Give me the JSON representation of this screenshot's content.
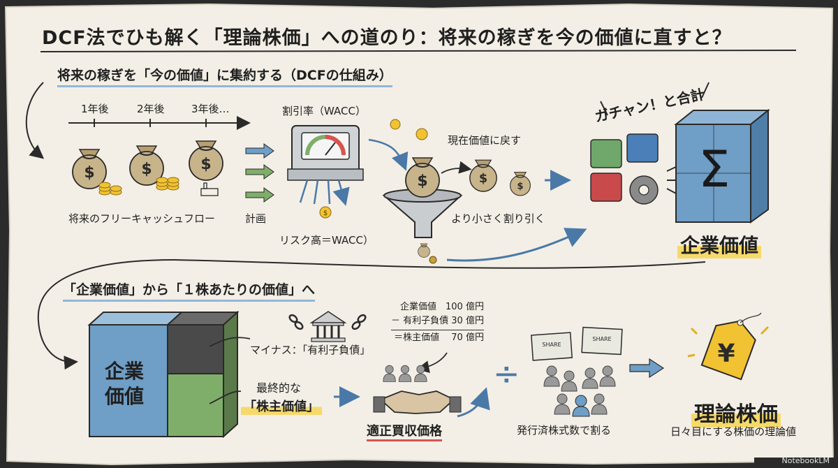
{
  "title": "DCF法でひも解く「理論株価」への道のり：将来の稼ぎを今の価値に直すと？",
  "section1": {
    "heading": "将来の稼ぎを「今の価値」に集約する（DCFの仕組み）",
    "timeline": [
      "1年後",
      "2年後",
      "3年後…"
    ],
    "fcf_label": "将来のフリーキャッシュフロー",
    "plan_label": "計画",
    "discount_label": "割引率（WACC）",
    "risk_label": "リスク高＝WACC）",
    "pv_label": "現在価値に戻す",
    "smaller_label": "より小さく割り引く",
    "sum_label": "ガチャン！と合計",
    "ev_label": "企業価値",
    "sigma": "Σ",
    "dollar": "$"
  },
  "section2": {
    "heading": "「企業価値」から「１株あたりの価値」へ",
    "ev_block": [
      "企業",
      "価値"
    ],
    "minus_label": "マイナス：「有利子負債」",
    "equity_label_1": "最終的な",
    "equity_label_2": "「株主価値」",
    "calc": {
      "row1": "企業価値　100 億円",
      "row2": "－ 有利子負債 30 億円",
      "row3": "＝株主価値　 70 億円"
    },
    "fair_price": "適正買収価格",
    "divide_symbol": "÷",
    "shares_label": "発行済株式数で割る",
    "cert_text": "SHARE",
    "result_title": "理論株価",
    "result_sub": "日々目にする株価の理論値",
    "yen": "¥"
  },
  "branding": "NotebookLM",
  "colors": {
    "paper": "#f3efe6",
    "ink": "#2a2a2a",
    "blue": "#6f9ec6",
    "dark": "#4a4a4a",
    "green": "#7fae6a",
    "gold": "#f1c232",
    "bag": "#c8b48a",
    "highlight": "#f6d96b"
  }
}
